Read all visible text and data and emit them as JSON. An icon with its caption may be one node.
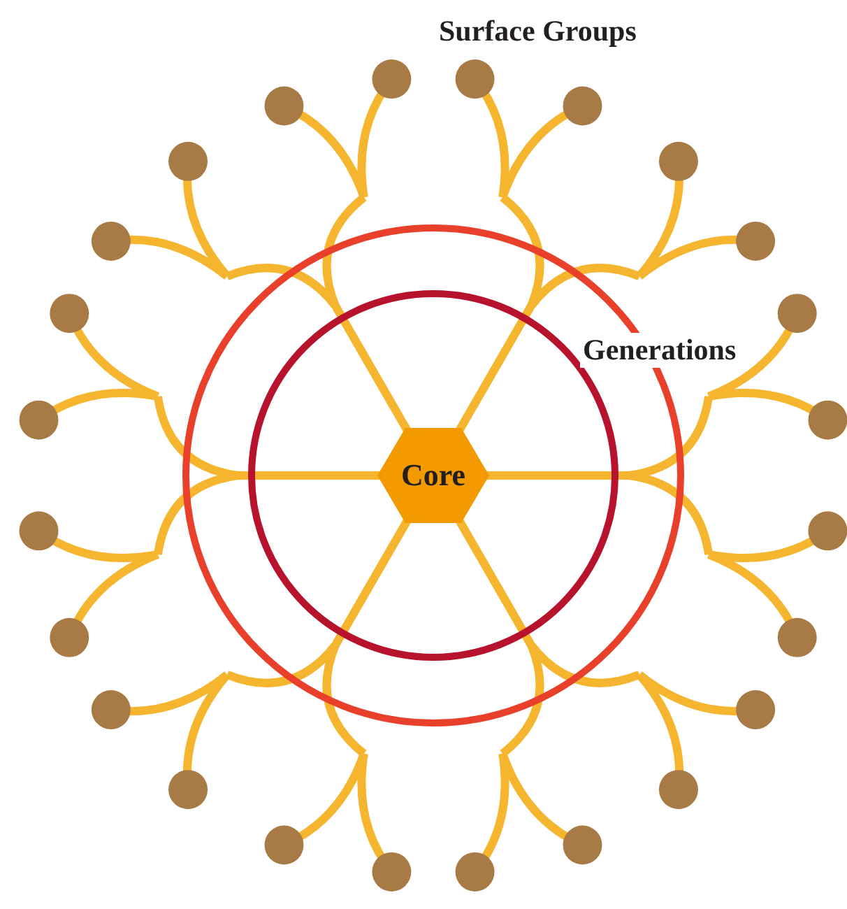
{
  "diagram": {
    "nodes": [
      {
        "text": [
          "Core"
        ]
      }
    ],
    "labels": [
      "Surface Groups",
      "Generations"
    ]
  }
}
